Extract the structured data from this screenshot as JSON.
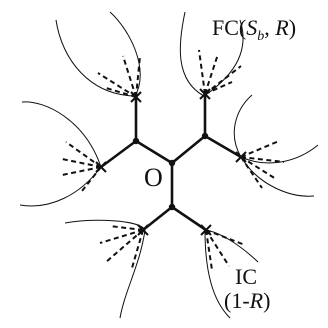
{
  "diagram": {
    "center_label": "O",
    "fc_label": {
      "prefix": "FC(",
      "s": "S",
      "b": "b",
      "mid": ", ",
      "r": "R",
      "suffix": ")"
    },
    "ic_label": {
      "line1": "IC",
      "line2_prefix": "(1-",
      "line2_r": "R",
      "line2_suffix": ")"
    },
    "colors": {
      "ink": "#111111"
    }
  }
}
